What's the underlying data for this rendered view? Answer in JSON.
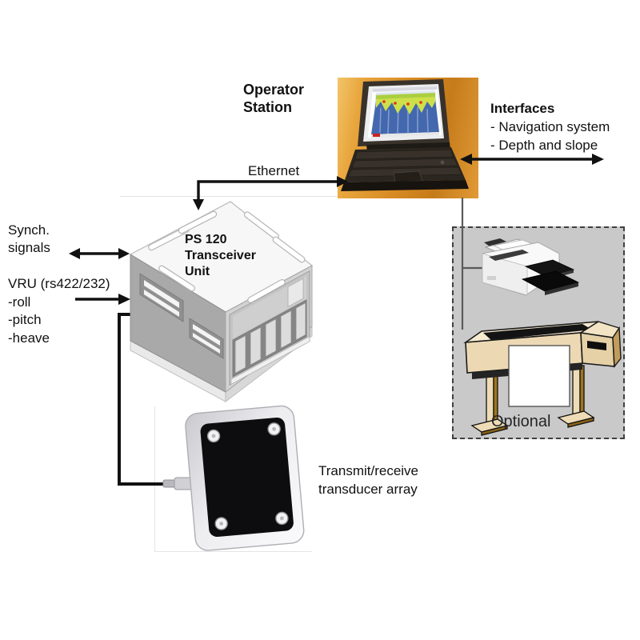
{
  "labels": {
    "operator_station": [
      "Operator",
      "Station"
    ],
    "ethernet": "Ethernet",
    "interfaces": {
      "title": "Interfaces",
      "items": [
        "- Navigation system",
        "- Depth and slope"
      ]
    },
    "synch_signals": [
      "Synch.",
      "signals"
    ],
    "vru": {
      "title": "VRU (rs422/232)",
      "items": [
        "-roll",
        "-pitch",
        "-heave"
      ]
    },
    "transceiver_unit": [
      "PS 120",
      "Transceiver",
      "Unit"
    ],
    "transducer_array": [
      "Transmit/receive",
      "transducer array"
    ],
    "optional": "Optional"
  },
  "icons": {
    "laptop": "laptop-photo-with-sonar-echogram",
    "transceiver": "ps120-transceiver-unit-3d-drawing",
    "transducer": "transducer-array-panel-drawing",
    "printer": "laser-printer-drawing",
    "plotter": "large-format-plotter-drawing"
  },
  "colors": {
    "connector_line": "#111111",
    "peripheral_line": "#5a5a5a",
    "optional_box_bg": "#c9c9c9",
    "optional_box_border": "#3f3f3f",
    "laptop_photo_bg": "#d88c24",
    "transducer_face": "#0d0d0f",
    "plotter_body": "#ecd9b4",
    "plotter_leg": "#a0751f",
    "sonar_water": "#4468ae",
    "sonar_seabed": "#cde04a"
  }
}
